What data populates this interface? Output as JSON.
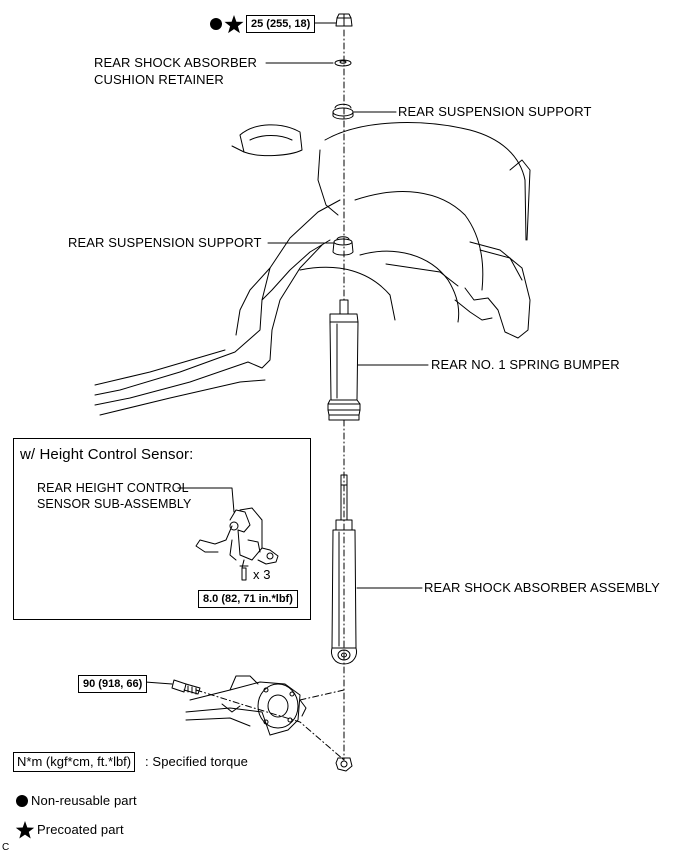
{
  "torque_top": "25 (255, 18)",
  "torque_bottom": "90 (918, 66)",
  "labels": {
    "cushion_retainer_line1": "REAR SHOCK ABSORBER",
    "cushion_retainer_line2": "CUSHION RETAINER",
    "suspension_support_upper": "REAR SUSPENSION SUPPORT",
    "suspension_support_lower": "REAR SUSPENSION SUPPORT",
    "spring_bumper": "REAR NO. 1 SPRING BUMPER",
    "shock_absorber": "REAR SHOCK ABSORBER ASSEMBLY"
  },
  "inset": {
    "title": "w/ Height Control Sensor:",
    "part_line1": "REAR HEIGHT CONTROL",
    "part_line2": "SENSOR SUB-ASSEMBLY",
    "quantity": "x 3",
    "torque": "8.0 (82, 71 in.*lbf)"
  },
  "legend": {
    "torque_unit": "N*m (kgf*cm, ft.*lbf)",
    "torque_desc": ": Specified torque",
    "non_reusable": "Non-reusable part",
    "precoated": "Precoated part"
  },
  "figure_code": "C"
}
